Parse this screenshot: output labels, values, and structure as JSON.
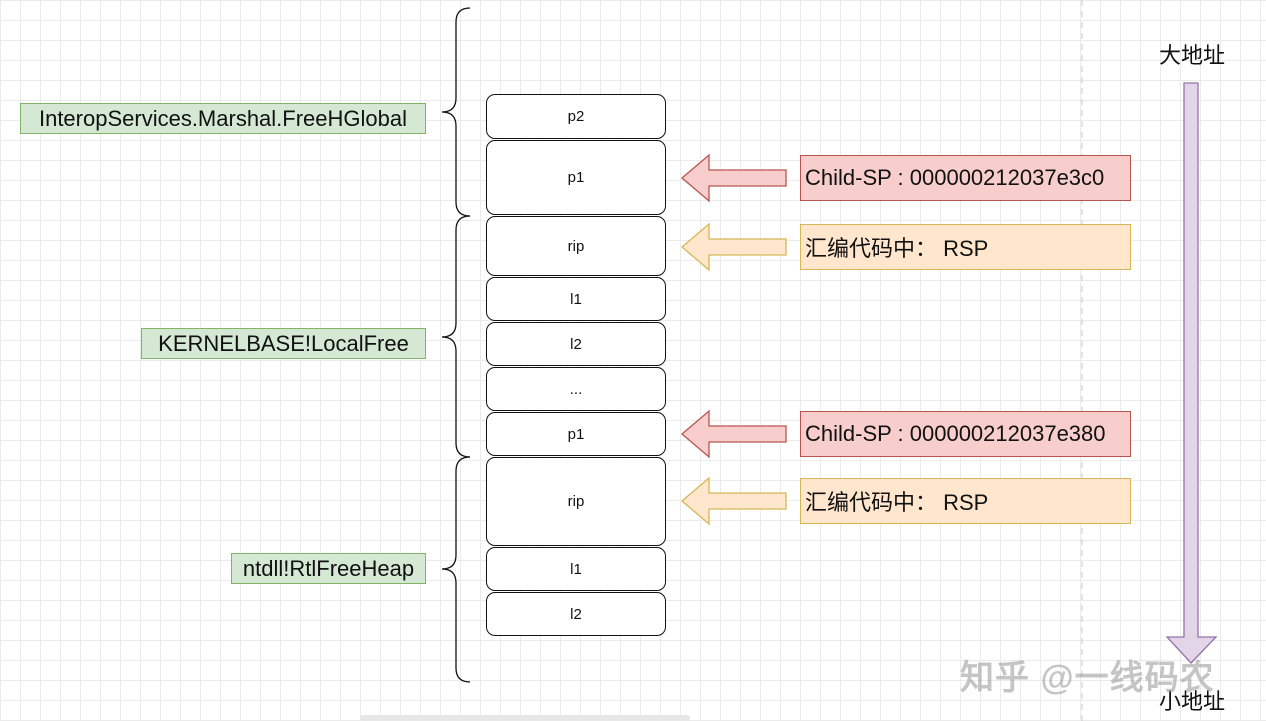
{
  "frames": [
    {
      "label": "InteropServices.Marshal.FreeHGlobal"
    },
    {
      "label": "KERNELBASE!LocalFree"
    },
    {
      "label": "ntdll!RtlFreeHeap"
    }
  ],
  "cells": [
    "p2",
    "p1",
    "rip",
    "l1",
    "l2",
    "...",
    "p1",
    "rip",
    "l1",
    "l2"
  ],
  "notes": [
    {
      "text": "Child-SP : 000000212037e3c0"
    },
    {
      "text": "汇编代码中：  RSP"
    },
    {
      "text": "Child-SP : 000000212037e380"
    },
    {
      "text": "汇编代码中：  RSP"
    }
  ],
  "address": {
    "high": "大地址",
    "low": "小地址"
  },
  "watermark": "知乎 @一线码农",
  "colors": {
    "frame_fill": "#d5e8d4",
    "frame_border": "#82b366",
    "sp_fill": "#f8cecc",
    "sp_border": "#b85450",
    "rsp_fill": "#ffe6cc",
    "rsp_border": "#d6b656",
    "direction_fill": "#e1d5e7",
    "direction_border": "#9673a6"
  }
}
